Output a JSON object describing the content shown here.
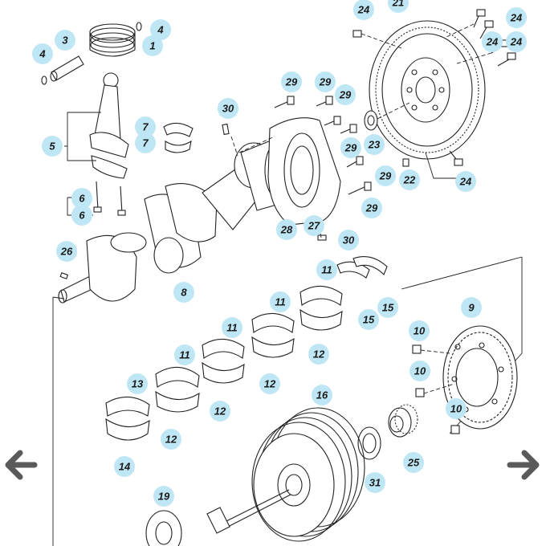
{
  "callouts": [
    {
      "label": "24"
    },
    {
      "label": "21"
    },
    {
      "label": "24"
    },
    {
      "label": "24"
    },
    {
      "label": "24"
    },
    {
      "label": "4"
    },
    {
      "label": "1"
    },
    {
      "label": "3"
    },
    {
      "label": "4"
    },
    {
      "label": "29"
    },
    {
      "label": "29"
    },
    {
      "label": "29"
    },
    {
      "label": "30"
    },
    {
      "label": "7"
    },
    {
      "label": "7"
    },
    {
      "label": "5"
    },
    {
      "label": "29"
    },
    {
      "label": "23"
    },
    {
      "label": "29"
    },
    {
      "label": "22"
    },
    {
      "label": "24"
    },
    {
      "label": "6"
    },
    {
      "label": "6"
    },
    {
      "label": "29"
    },
    {
      "label": "27"
    },
    {
      "label": "28"
    },
    {
      "label": "30"
    },
    {
      "label": "26"
    },
    {
      "label": "8"
    },
    {
      "label": "11"
    },
    {
      "label": "15"
    },
    {
      "label": "15"
    },
    {
      "label": "11"
    },
    {
      "label": "9"
    },
    {
      "label": "11"
    },
    {
      "label": "12"
    },
    {
      "label": "10"
    },
    {
      "label": "11"
    },
    {
      "label": "12"
    },
    {
      "label": "10"
    },
    {
      "label": "13"
    },
    {
      "label": "12"
    },
    {
      "label": "16"
    },
    {
      "label": "10"
    },
    {
      "label": "12"
    },
    {
      "label": "14"
    },
    {
      "label": "31"
    },
    {
      "label": "25"
    },
    {
      "label": "19"
    }
  ],
  "navigation": {
    "prev_icon": "arrow-left-icon",
    "next_icon": "arrow-right-icon",
    "color": "#5a5a5a"
  },
  "colors": {
    "callout_fill": "#bfe6f5",
    "line": "#222222"
  }
}
